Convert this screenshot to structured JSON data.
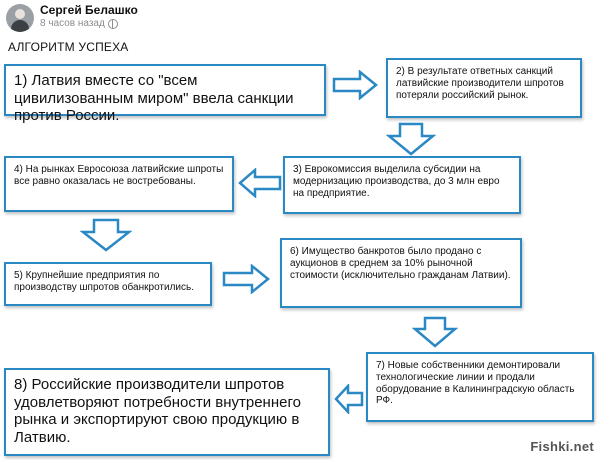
{
  "post": {
    "author": "Сергей Белашко",
    "time": "8 часов назад",
    "title": "АЛГОРИТМ УСПЕХА"
  },
  "steps": {
    "s1": "1) Латвия вместе со \"всем цивилизованным миром\" ввела санкции против России.",
    "s2": "2) В результате ответных санкций латвийские производители шпротов потеряли российский рынок.",
    "s3": "3) Еврокомиссия выделила субсидии на модернизацию производства, до 3 млн евро на предприятие.",
    "s4": "4) На рынках Евросоюза латвийские шпроты все равно оказалась не востребованы.",
    "s5": "5) Крупнейшие предприятия по производству шпротов обанкротились.",
    "s6": "6) Имущество банкротов было продано с аукционов в среднем за 10% рыночной стоимости (исключительно гражданам Латвии).",
    "s7": "7) Новые собственники демонтировали технологические линии и продали оборудование в Калининградскую область РФ.",
    "s8": "8) Российские производители шпротов удовлетворяют потребности внутреннего рынка и экспортируют свою продукцию в Латвию."
  },
  "colors": {
    "accent": "#2a88c4"
  },
  "watermark": "Fishki.net"
}
